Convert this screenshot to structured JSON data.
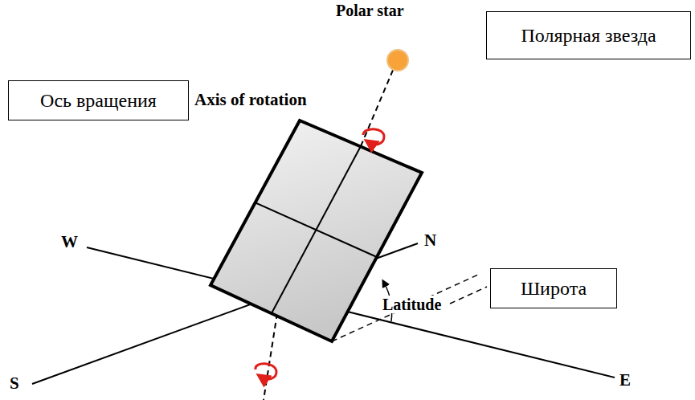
{
  "diagram": {
    "nodes": [
      {
        "text": [
          "Полярная звезда"
        ]
      },
      {
        "text": [
          "Ось вращения"
        ]
      },
      {
        "text": [
          "Широта"
        ]
      }
    ],
    "labels": [
      "Polar star",
      "Axis of rotation",
      "W",
      "N",
      "Latitude",
      "S",
      "E"
    ]
  }
}
